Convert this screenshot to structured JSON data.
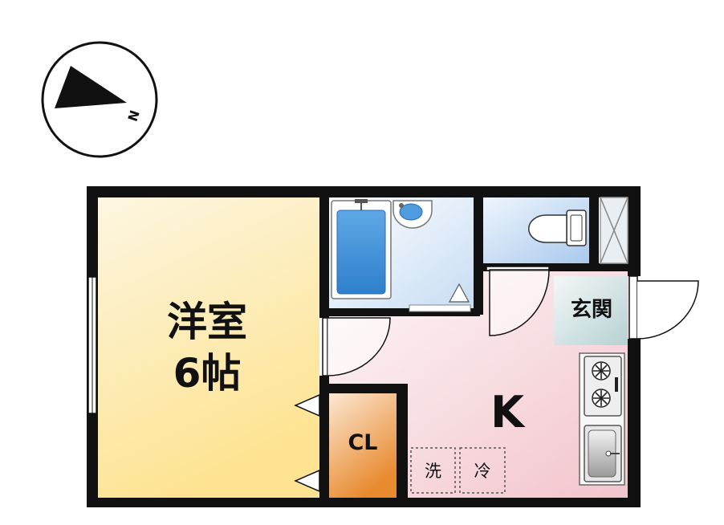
{
  "compass": {
    "north_label": "N"
  },
  "rooms": {
    "western_room": {
      "name": "洋室",
      "size": "6帖"
    },
    "kitchen": {
      "name": "K"
    },
    "closet": {
      "name": "CL"
    },
    "entrance": {
      "name": "玄関"
    }
  },
  "appliance_spaces": {
    "washer": "洗",
    "fridge": "冷"
  },
  "colors": {
    "wall": "#111111",
    "western_room_light": "#fdf3d6",
    "western_room_dark": "#fde59a",
    "kitchen_light": "#fdf5f6",
    "kitchen_dark": "#f3c9cf",
    "bath_light": "#ffffff",
    "bath_dark": "#c9def4",
    "tub_blue": "#3d8fd8",
    "closet_light": "#fbd9b8",
    "closet_dark": "#e88a2e",
    "entrance_light": "#eef3f3",
    "entrance_dark": "#bfd7d8"
  },
  "icons": [
    "compass-icon",
    "bathtub-icon",
    "washbasin-icon",
    "toilet-icon",
    "gas-stove-icon",
    "kitchen-sink-icon",
    "door-swing-icon",
    "pipe-shaft-icon"
  ]
}
